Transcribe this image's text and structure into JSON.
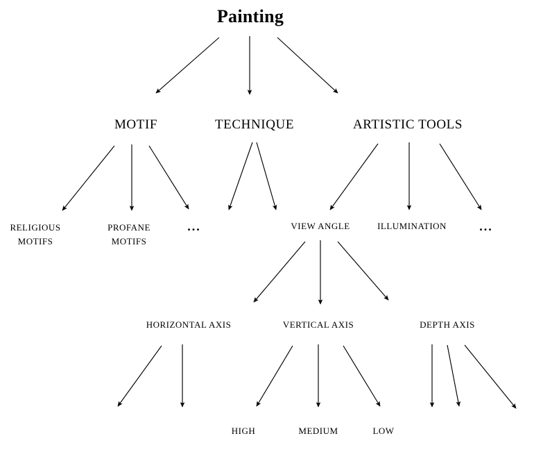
{
  "diagram": {
    "type": "tree-taxonomy",
    "title": "Painting",
    "background_color": "#ffffff",
    "line_color": "#000000",
    "text_color": "#000000",
    "arrow_style": "filled-triangle",
    "nodes": {
      "root": {
        "label": "Painting",
        "level": 0
      },
      "motif": {
        "label": "MOTIF",
        "level": 1
      },
      "technique": {
        "label": "TECHNIQUE",
        "level": 1
      },
      "artistic_tools": {
        "label": "ARTISTIC TOOLS",
        "level": 1
      },
      "religious_motifs_line1": {
        "label": "RELIGIOUS",
        "level": 2
      },
      "religious_motifs_line2": {
        "label": "MOTIFS",
        "level": 2
      },
      "profane_motifs_line1": {
        "label": "PROFANE",
        "level": 2
      },
      "profane_motifs_line2": {
        "label": "MOTIFS",
        "level": 2
      },
      "motif_ellipsis": {
        "label": "...",
        "level": 2
      },
      "view_angle": {
        "label": "VIEW ANGLE",
        "level": 2
      },
      "illumination": {
        "label": "ILLUMINATION",
        "level": 2
      },
      "tools_ellipsis": {
        "label": "...",
        "level": 2
      },
      "horizontal_axis": {
        "label": "HORIZONTAL AXIS",
        "level": 3
      },
      "vertical_axis": {
        "label": "VERTICAL AXIS",
        "level": 3
      },
      "depth_axis": {
        "label": "DEPTH AXIS",
        "level": 3
      },
      "high": {
        "label": "HIGH",
        "level": 4
      },
      "medium": {
        "label": "MEDIUM",
        "level": 4
      },
      "low": {
        "label": "LOW",
        "level": 4
      }
    },
    "edges": [
      {
        "from": "root",
        "to": "motif"
      },
      {
        "from": "root",
        "to": "technique"
      },
      {
        "from": "root",
        "to": "artistic_tools"
      },
      {
        "from": "motif",
        "to": "religious_motifs"
      },
      {
        "from": "motif",
        "to": "profane_motifs"
      },
      {
        "from": "motif",
        "to": "motif_ellipsis"
      },
      {
        "from": "technique",
        "to": "unlabeled_technique_child_1"
      },
      {
        "from": "technique",
        "to": "unlabeled_technique_child_2"
      },
      {
        "from": "artistic_tools",
        "to": "view_angle"
      },
      {
        "from": "artistic_tools",
        "to": "illumination"
      },
      {
        "from": "artistic_tools",
        "to": "tools_ellipsis"
      },
      {
        "from": "view_angle",
        "to": "horizontal_axis"
      },
      {
        "from": "view_angle",
        "to": "vertical_axis"
      },
      {
        "from": "view_angle",
        "to": "depth_axis"
      },
      {
        "from": "horizontal_axis",
        "to": "unlabeled_horizontal_child_1"
      },
      {
        "from": "horizontal_axis",
        "to": "unlabeled_horizontal_child_2"
      },
      {
        "from": "vertical_axis",
        "to": "high"
      },
      {
        "from": "vertical_axis",
        "to": "medium"
      },
      {
        "from": "vertical_axis",
        "to": "low"
      },
      {
        "from": "depth_axis",
        "to": "unlabeled_depth_child_1"
      },
      {
        "from": "depth_axis",
        "to": "unlabeled_depth_child_2"
      },
      {
        "from": "depth_axis",
        "to": "unlabeled_depth_child_3"
      }
    ]
  }
}
